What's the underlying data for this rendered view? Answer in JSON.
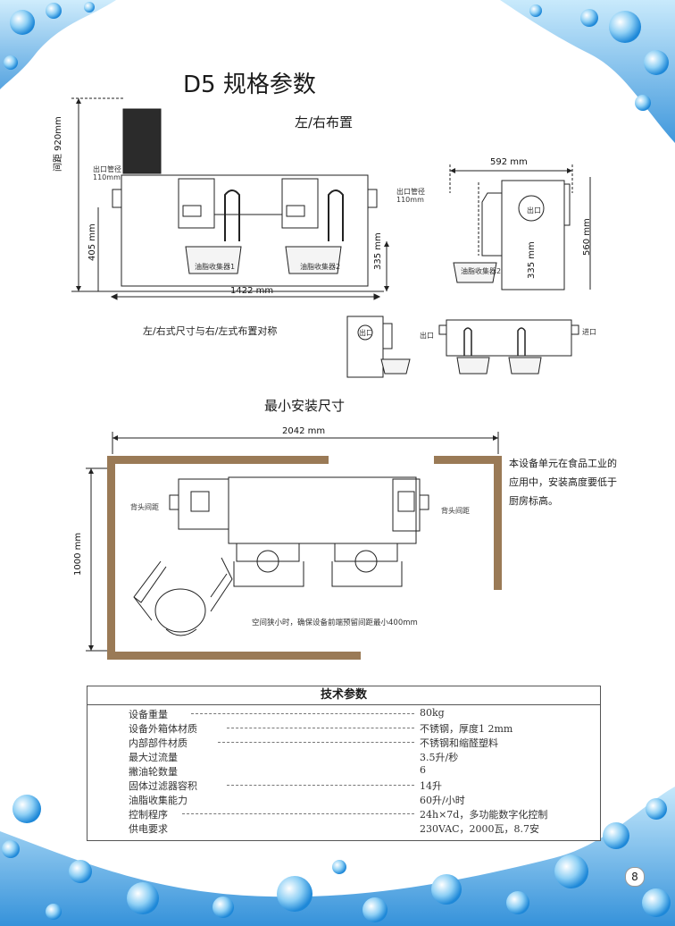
{
  "page": {
    "title": "D5 规格参数",
    "page_number": "8"
  },
  "layout_view": {
    "heading": "左/右布置",
    "height_label": "间距 920mm",
    "dim_405": "405 mm",
    "dim_335": "335 mm",
    "dim_1422": "1422 mm",
    "dim_592": "592 mm",
    "dim_560": "560 mm",
    "dim_335_side": "335 mm",
    "inlet_label": "出口管径 110mm",
    "outlet_label": "出口管径 110mm",
    "bin1": "油脂收集器1",
    "bin2": "油脂收集器2",
    "bin_side": "油脂收集器2",
    "outlet_text": "出口",
    "symmetry_note": "左/右式尺寸与右/左式布置对称",
    "small_inlet": "出口",
    "small_out": "进口"
  },
  "install_view": {
    "heading": "最小安装尺寸",
    "dim_2042": "2042 mm",
    "dim_1000": "1000 mm",
    "left_label": "背头间距",
    "right_label": "背头间距",
    "space_note": "空间狭小时，确保设备前端预留间距最小400mm"
  },
  "note": {
    "text": "本设备单元在食品工业的应用中，安装高度要低于厨房标高。"
  },
  "specs": {
    "title": "技术参数",
    "rows": [
      {
        "key": "设备重量",
        "value": "80kg"
      },
      {
        "key": "设备外箱体材质",
        "value": "不锈钢，厚度1 2mm"
      },
      {
        "key": "内部部件材质",
        "value": "不锈钢和缩醛塑料"
      },
      {
        "key": "最大过流量",
        "value": "3.5升/秒"
      },
      {
        "key": "撇油轮数量",
        "value": "6"
      },
      {
        "key": "固体过滤器容积",
        "value": "14升"
      },
      {
        "key": "油脂收集能力",
        "value": "60升/小时"
      },
      {
        "key": "控制程序",
        "value": "24h×7d，多功能数字化控制"
      },
      {
        "key": "供电要求",
        "value": "230VAC，2000瓦，8.7安"
      }
    ]
  },
  "colors": {
    "water_blue": "#3aa6e8",
    "line": "#222222"
  }
}
